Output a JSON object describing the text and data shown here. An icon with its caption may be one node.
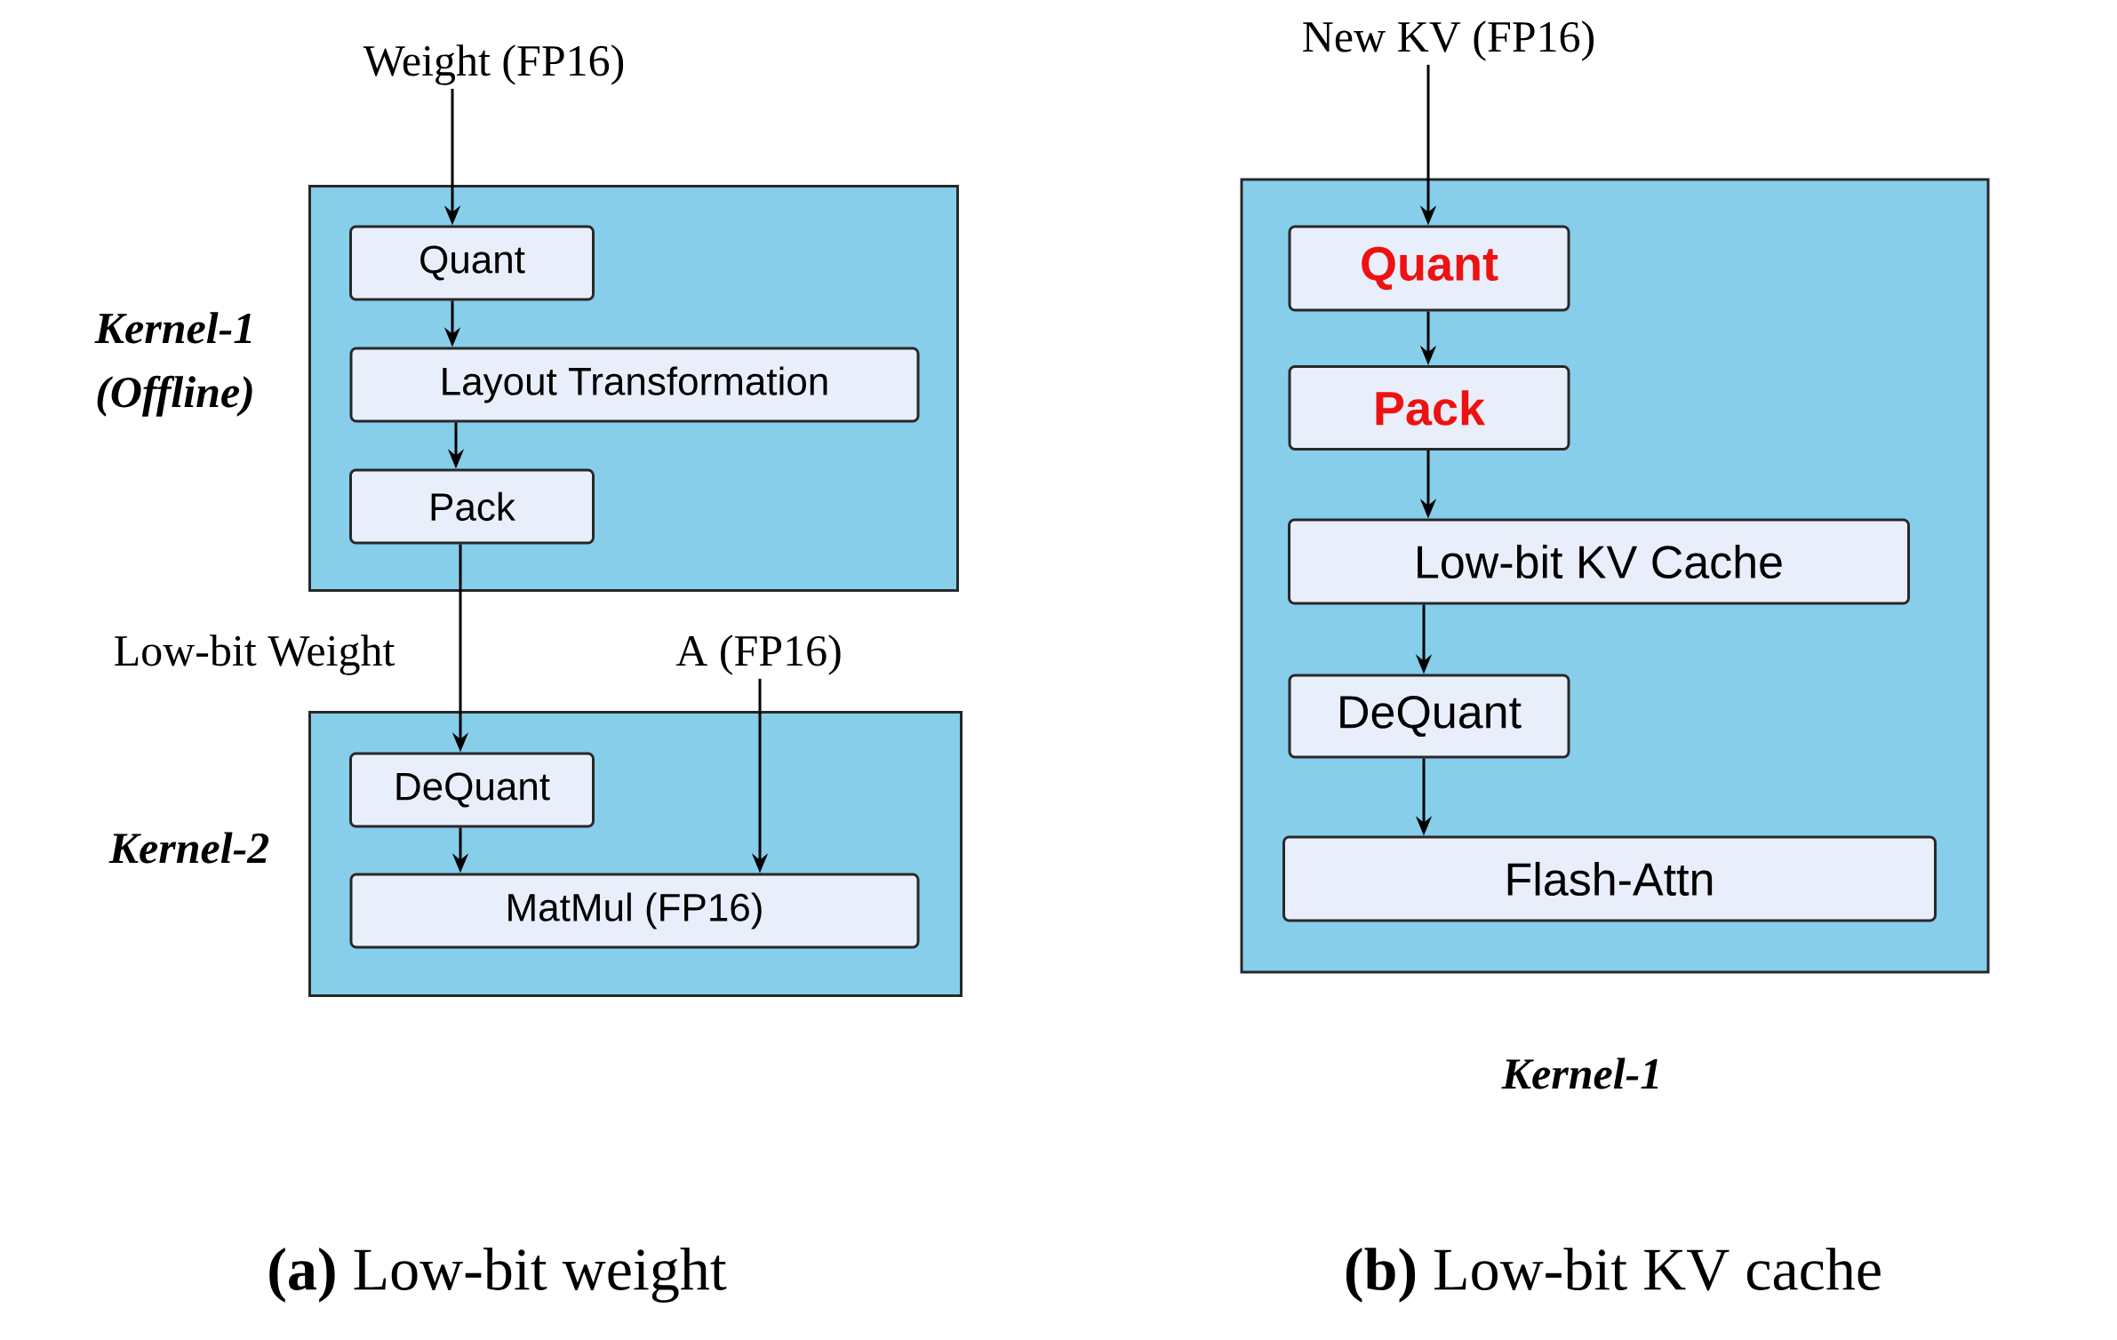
{
  "diagram": {
    "nodes": [
      {
        "text": [
          "Kernel-1 (Offline)"
        ]
      },
      {
        "text": [
          "Quant"
        ],
        "in": 0
      },
      {
        "text": [
          "Layout Transformation"
        ],
        "in": 0
      },
      {
        "text": [
          "Pack"
        ],
        "in": 0
      },
      {
        "text": [
          "Kernel-2"
        ]
      },
      {
        "text": [
          "DeQuant"
        ],
        "in": 4
      },
      {
        "text": [
          "MatMul (FP16)"
        ],
        "in": 4
      },
      {
        "text": [
          "Weight (FP16)"
        ]
      },
      {
        "text": [
          "A (FP16)"
        ]
      },
      {
        "text": [
          "Kernel-1"
        ]
      },
      {
        "text": [
          "Quant"
        ],
        "in": 9
      },
      {
        "text": [
          "Pack"
        ],
        "in": 9
      },
      {
        "text": [
          "Low-bit KV Cache"
        ],
        "in": 9
      },
      {
        "text": [
          "DeQuant"
        ],
        "in": 9
      },
      {
        "text": [
          "Flash-Attn"
        ],
        "in": 9
      },
      {
        "text": [
          "New KV (FP16)"
        ]
      }
    ],
    "edges": [
      {
        "from": 7,
        "to": 1,
        "arrow": "to"
      },
      {
        "from": 1,
        "to": 2,
        "arrow": "to"
      },
      {
        "from": 2,
        "to": 3,
        "arrow": "to"
      },
      {
        "from": 3,
        "to": 5,
        "arrow": "to",
        "label": "Low-bit Weight"
      },
      {
        "from": 5,
        "to": 6,
        "arrow": "to"
      },
      {
        "from": 8,
        "to": 6,
        "arrow": "to"
      },
      {
        "from": 15,
        "to": 10,
        "arrow": "to"
      },
      {
        "from": 10,
        "to": 11,
        "arrow": "to"
      },
      {
        "from": 11,
        "to": 12,
        "arrow": "to"
      },
      {
        "from": 12,
        "to": 13,
        "arrow": "to"
      },
      {
        "from": 13,
        "to": 14,
        "arrow": "to"
      }
    ],
    "labels": [
      "**(a)** Low-bit weight",
      "**(b)** Low-bit KV cache"
    ]
  }
}
